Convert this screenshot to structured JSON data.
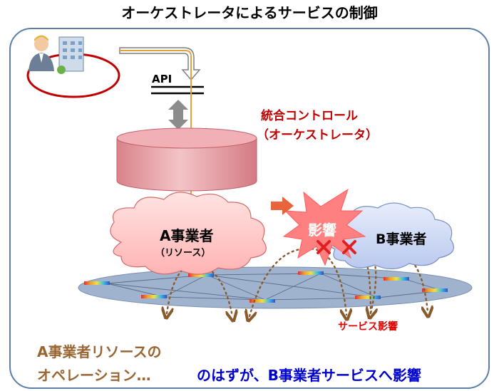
{
  "title": "オーケストレータによるサービスの制御",
  "api": {
    "label": "API"
  },
  "controller": {
    "line1": "統合コントロール",
    "line2": "（オーケストレータ）"
  },
  "operator_a": {
    "name": "A事業者",
    "sub": "（リソース）"
  },
  "operator_b": {
    "name": "B事業者"
  },
  "impact": {
    "label": "影響"
  },
  "service_impact": {
    "label": "サービス影響"
  },
  "footer": {
    "line1": "A事業者リソースの",
    "line2": "オペレーション…",
    "line3": "のはずが、B事業者サービスへ影響"
  },
  "colors": {
    "frame": "#5a7fa8",
    "cylinder": "#e39aa0",
    "cloud_a": "#ffc6c6",
    "cloud_b": "#cdd8f3",
    "network": "#9fb3cf",
    "impact_burst": "#ff8080",
    "accent_red": "#c00000",
    "brown": "#996633",
    "blue_text": "#0000cc",
    "orange_line": "#e6a23c"
  },
  "icons": [
    "user-icon",
    "office-building-icon",
    "arrow-right-icon",
    "error-x-icon"
  ]
}
